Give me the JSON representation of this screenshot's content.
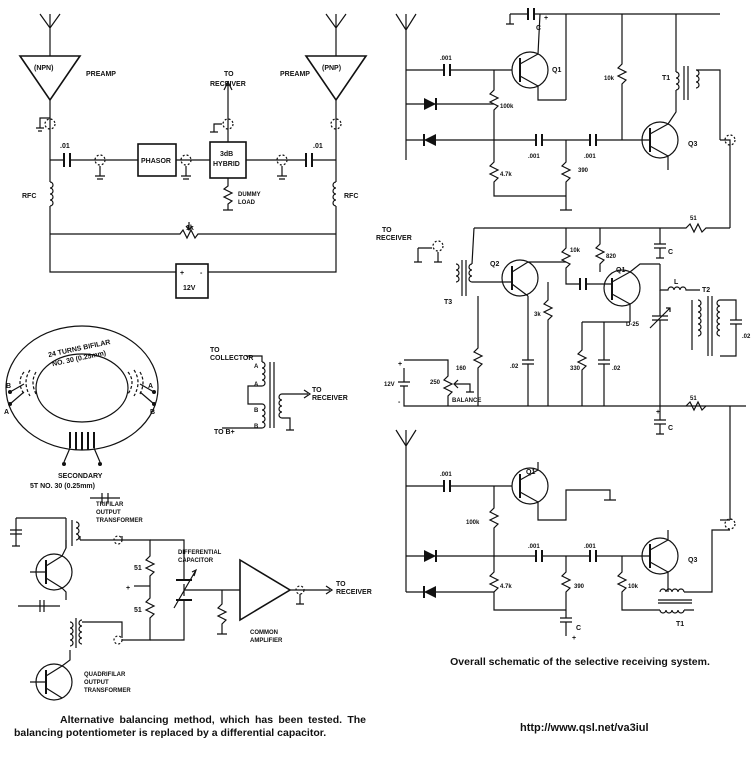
{
  "preamp_circuit": {
    "preamp_left": "(NPN)",
    "preamp_right": "(PNP)",
    "preamp_label": "PREAMP",
    "to_receiver": "TO",
    "to_receiver_2": "RECEIVER",
    "phasor": "PHASOR",
    "hybrid_1": "3dB",
    "hybrid_2": "HYBRID",
    "dummy_1": "DUMMY",
    "dummy_2": "LOAD",
    "cap_01": ".01",
    "rfc": "RFC",
    "pot_1k": "1k",
    "supply_12v": "12V",
    "plus": "+",
    "minus": "-"
  },
  "toroid": {
    "winding_1": "24 TURNS BIFILAR",
    "winding_2": "NO. 30 (0.25mm)",
    "a": "A",
    "b": "B",
    "secondary_1": "SECONDARY",
    "secondary_2": "5T NO. 30 (0.25mm)"
  },
  "transformer_detail": {
    "to_collector_1": "TO",
    "to_collector_2": "COLLECTOR",
    "to_receiver_1": "TO",
    "to_receiver_2": "RECEIVER",
    "to_b": "TO B+",
    "a": "A",
    "b": "B"
  },
  "balancing": {
    "trifilar_1": "TRIFILAR",
    "trifilar_2": "OUTPUT",
    "trifilar_3": "TRANSFORMER",
    "quadrifilar_1": "QUADRIFILAR",
    "quadrifilar_2": "OUTPUT",
    "quadrifilar_3": "TRANSFORMER",
    "diff_1": "DIFFERENTIAL",
    "diff_2": "CAPACITOR",
    "common_1": "COMMON",
    "common_2": "AMPLIFIER",
    "to_receiver_1": "TO",
    "to_receiver_2": "RECEIVER",
    "r51": "51",
    "plus": "+"
  },
  "selective": {
    "c": "C",
    "cap_001": ".001",
    "q1": "Q1",
    "q2": "Q2",
    "q3": "Q3",
    "r100k": "100k",
    "r10k": "10k",
    "r47k": "4.7k",
    "r390": "390",
    "r10k_b": "10k",
    "r820": "820",
    "r3k": "3k",
    "r160": "160",
    "r330": "330",
    "r51": "51",
    "c02": ".02",
    "t1": "T1",
    "t2": "T2",
    "t3": "T3",
    "l": "L",
    "d25": "D-25",
    "to_receiver_1": "TO",
    "to_receiver_2": "RECEIVER",
    "v12": "12V",
    "pot_250": "250",
    "balance": "BALANCE",
    "plus": "+",
    "minus": "-"
  },
  "captions": {
    "left": "Alternative balancing method, which has been tested. The balancing potentiometer is replaced by a differential capacitor.",
    "right": "Overall schematic of the selective receiving system.",
    "url": "http://www.qsl.net/va3iul"
  }
}
